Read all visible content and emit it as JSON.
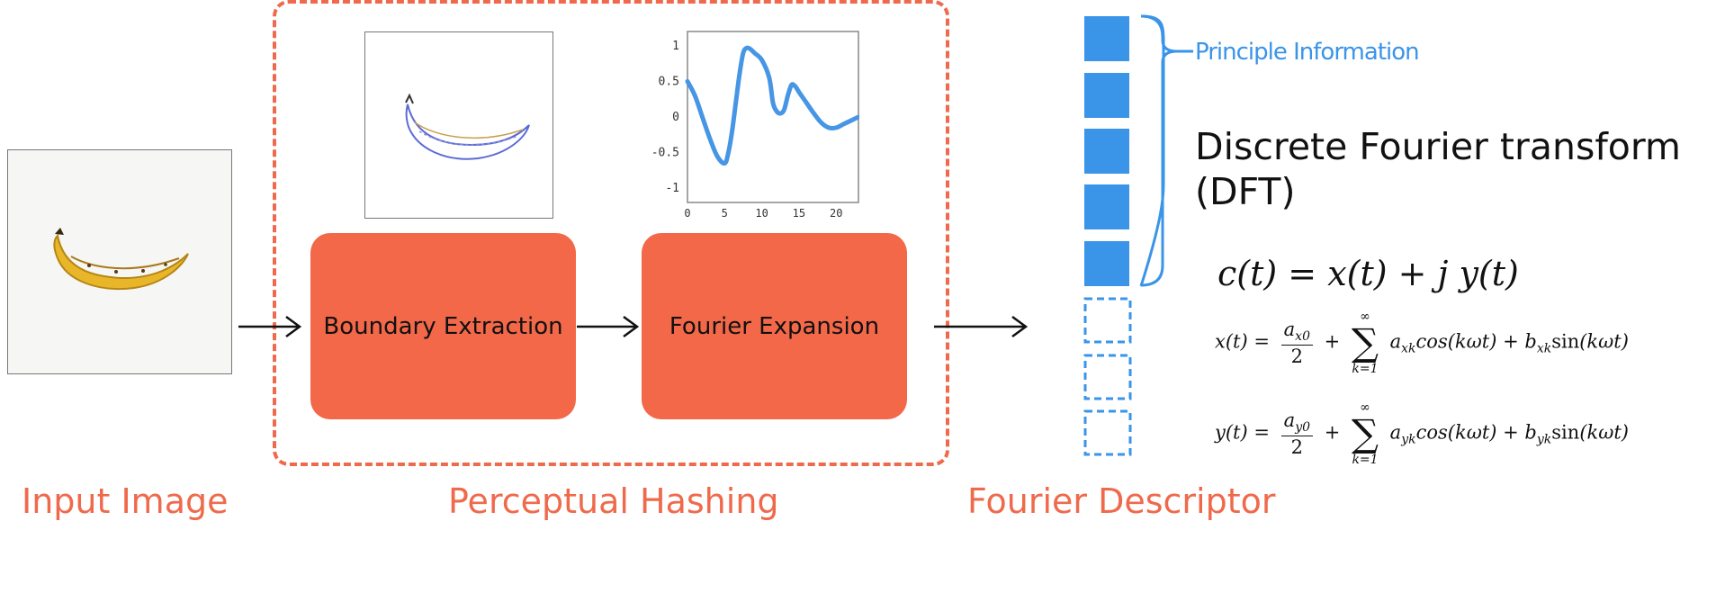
{
  "labels": {
    "input_image": "Input Image",
    "perceptual_hashing": "Perceptual Hashing",
    "fourier_descriptor": "Fourier Descriptor"
  },
  "process": {
    "boundary_extraction": "Boundary Extraction",
    "fourier_expansion": "Fourier Expansion"
  },
  "descriptor": {
    "principle_information": "Principle Information",
    "filled_blocks": 5,
    "dashed_blocks": 3
  },
  "dft": {
    "title_line1": "Discrete Fourier transform",
    "title_line2": "(DFT)"
  },
  "colors": {
    "accent_orange": "#f26849",
    "accent_blue": "#3a94e8",
    "text": "#111111"
  },
  "chart_data": {
    "type": "line",
    "title": "",
    "xlabel": "",
    "ylabel": "",
    "xlim": [
      0,
      23
    ],
    "ylim": [
      -1.2,
      1.2
    ],
    "x_ticks": [
      "0",
      "5",
      "10",
      "15",
      "20"
    ],
    "y_ticks": [
      "1",
      "0.5",
      "0",
      "-0.5",
      "-1"
    ],
    "series": [
      {
        "x": [
          0,
          1,
          2,
          3,
          4,
          5,
          5.5,
          6,
          6.5,
          7,
          7.5,
          8,
          8.5,
          9,
          10,
          11,
          11.5,
          12,
          12.5,
          13,
          13.5,
          14,
          14.5,
          15,
          16,
          17,
          18,
          19,
          20,
          21,
          22,
          23
        ],
        "y": [
          0.5,
          0.3,
          0.0,
          -0.3,
          -0.55,
          -0.65,
          -0.5,
          -0.2,
          0.2,
          0.6,
          0.9,
          0.97,
          0.95,
          0.9,
          0.8,
          0.55,
          0.2,
          0.08,
          0.05,
          0.1,
          0.3,
          0.45,
          0.43,
          0.35,
          0.2,
          0.05,
          -0.08,
          -0.15,
          -0.15,
          -0.1,
          -0.05,
          0.0
        ]
      }
    ]
  }
}
